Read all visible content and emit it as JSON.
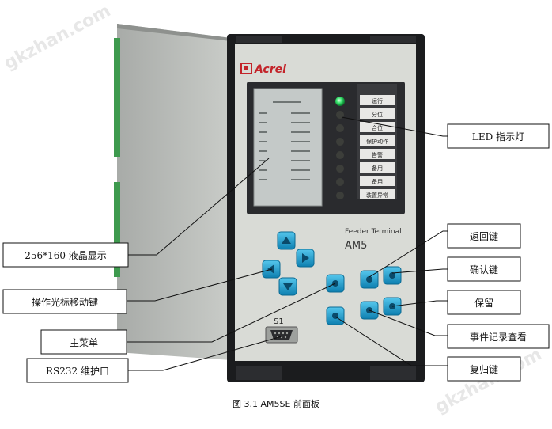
{
  "device": {
    "brand": "Acrel",
    "series": "Feeder Terminal",
    "model": "AM5",
    "port_label": "S1"
  },
  "led_labels": [
    "运行",
    "分位",
    "合位",
    "保护动作",
    "告警",
    "备用",
    "备用",
    "装置异常"
  ],
  "callouts": {
    "led": "LED 指示灯",
    "lcd": "256*160 液晶显示",
    "cursor": "操作光标移动键",
    "menu": "主菜单",
    "rs232": "RS232 维护口",
    "back": "返回键",
    "confirm": "确认键",
    "reserved": "保留",
    "events": "事件记录查看",
    "reset": "复归键"
  },
  "caption": "图 3.1   AM5SE 前面板",
  "watermarks": [
    "gkzhan.com",
    "gkzhan.com"
  ],
  "colors": {
    "panel": "#d9dbd6",
    "frame": "#1b1c1e",
    "lcd": "#c4c9c8",
    "button": "#1aa3cf",
    "led_on": "#35e06a",
    "brand_red": "#c3242a"
  }
}
